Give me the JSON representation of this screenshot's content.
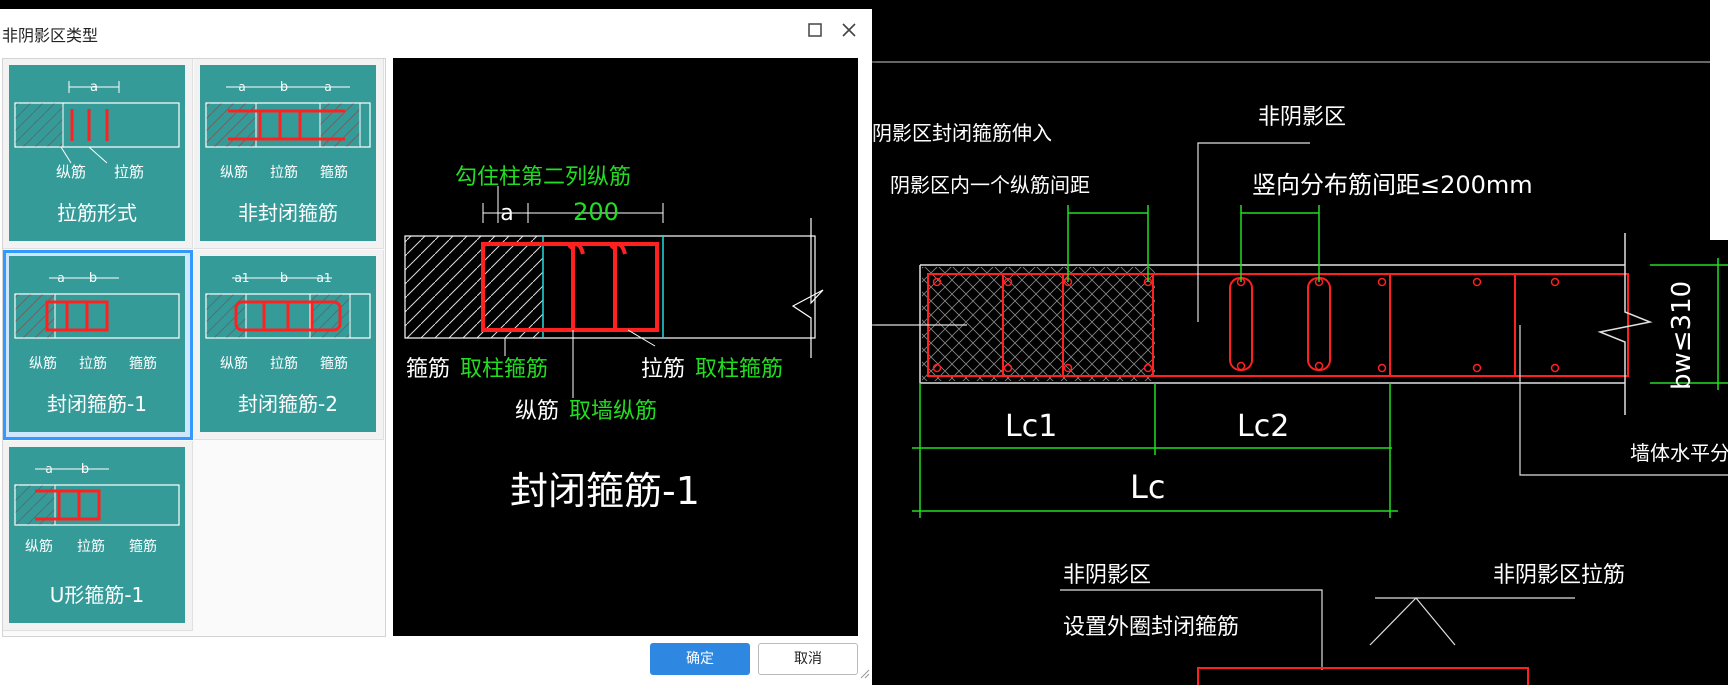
{
  "dialog": {
    "title": "非阴影区类型",
    "ok_label": "确定",
    "cancel_label": "取消"
  },
  "options": [
    {
      "label": "拉筋形式",
      "dims": [
        "a"
      ],
      "bars": [
        "纵筋",
        "拉筋"
      ]
    },
    {
      "label": "非封闭箍筋",
      "dims": [
        "a",
        "b",
        "a"
      ],
      "bars": [
        "纵筋",
        "拉筋",
        "箍筋"
      ]
    },
    {
      "label": "封闭箍筋-1",
      "dims": [
        "a",
        "b"
      ],
      "bars": [
        "纵筋",
        "拉筋",
        "箍筋"
      ],
      "selected": true
    },
    {
      "label": "封闭箍筋-2",
      "dims": [
        "a1",
        "b",
        "a1"
      ],
      "bars": [
        "纵筋",
        "拉筋",
        "箍筋"
      ]
    },
    {
      "label": "U形箍筋-1",
      "dims": [
        "a",
        "b"
      ],
      "bars": [
        "纵筋",
        "拉筋",
        "箍筋"
      ]
    }
  ],
  "preview": {
    "top_label": "勾住柱第二列纵筋",
    "dim_a": "a",
    "dim_200": "200",
    "stirrup": "箍筋",
    "stirrup_source": "取柱箍筋",
    "tie": "拉筋",
    "tie_source": "取柱箍筋",
    "long_bar": "纵筋",
    "long_bar_source": "取墙纵筋",
    "caption": "封闭箍筋-1"
  },
  "cad": {
    "note_top_left_1": "阴影区封闭箍筋伸入",
    "note_top_left_2": "阴影区内一个纵筋间距",
    "non_shadow_zone": "非阴影区",
    "vertical_spacing": "竖向分布筋间距≤200mm",
    "lc1": "Lc1",
    "lc2": "Lc2",
    "lc": "Lc",
    "bw": "bw≤310",
    "wall_horizontal": "墙体水平分布筋",
    "non_shadow_zone_2": "非阴影区",
    "outer_closed_stirrup": "设置外圈封闭箍筋",
    "non_shadow_tie": "非阴影区拉筋"
  },
  "colors": {
    "teal": "#349b99",
    "accent": "#2e87e0",
    "select_border": "#3399ff",
    "cad_red": "#ff2020",
    "cad_green": "#22dd22"
  }
}
